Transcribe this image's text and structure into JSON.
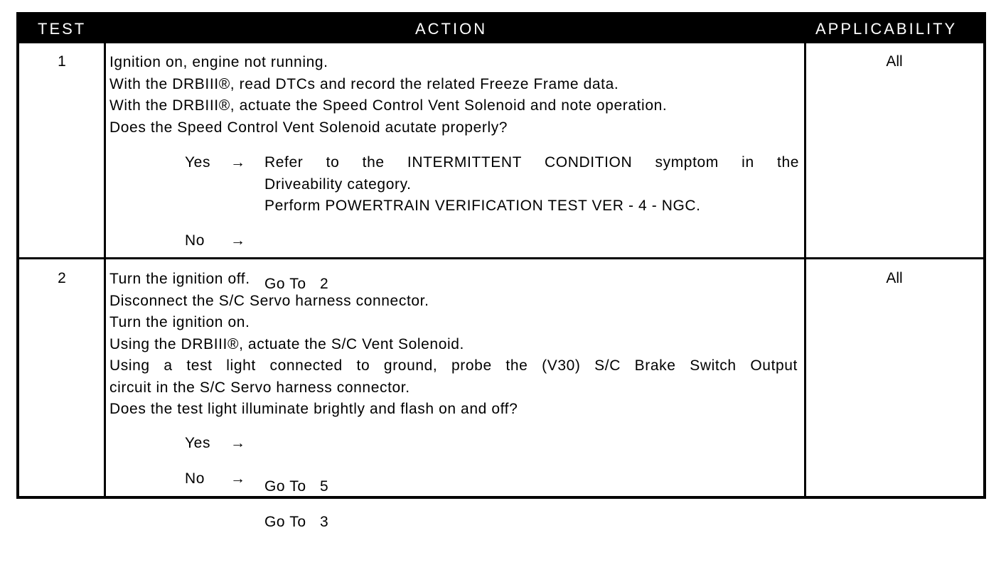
{
  "header": {
    "test": "TEST",
    "action": "ACTION",
    "applicability": "APPLICABILITY"
  },
  "rows": [
    {
      "test": "1",
      "applicability": "All",
      "action_lines": [
        "Ignition on, engine not running.",
        "With the DRBIII®, read DTCs and record the related Freeze Frame data.",
        "With the DRBIII®, actuate the Speed Control Vent Solenoid and note operation.",
        "Does the Speed Control Vent Solenoid acutate properly?"
      ],
      "responses": [
        {
          "key": "Yes",
          "arrow": "→",
          "lines": [
            "Refer to the INTERMITTENT CONDITION symptom in the",
            "Driveability category.",
            "Perform POWERTRAIN VERIFICATION TEST VER - 4 - NGC."
          ]
        },
        {
          "key": "No",
          "arrow": "→",
          "lines": [
            "Go To   2"
          ]
        }
      ]
    },
    {
      "test": "2",
      "applicability": "All",
      "action_lines": [
        "Turn the ignition off.",
        "Disconnect the S/C Servo harness connector.",
        "Turn the ignition on.",
        "Using the DRBIII®, actuate the S/C Vent Solenoid.",
        "Using a test light connected to ground, probe the (V30) S/C Brake Switch Output",
        "circuit in the S/C Servo harness connector.",
        "Does the test light illuminate brightly and flash on and off?"
      ],
      "responses": [
        {
          "key": "Yes",
          "arrow": "→",
          "lines": [
            "Go To   5"
          ]
        },
        {
          "key": "No",
          "arrow": "→",
          "lines": [
            "Go To   3"
          ]
        }
      ]
    }
  ]
}
